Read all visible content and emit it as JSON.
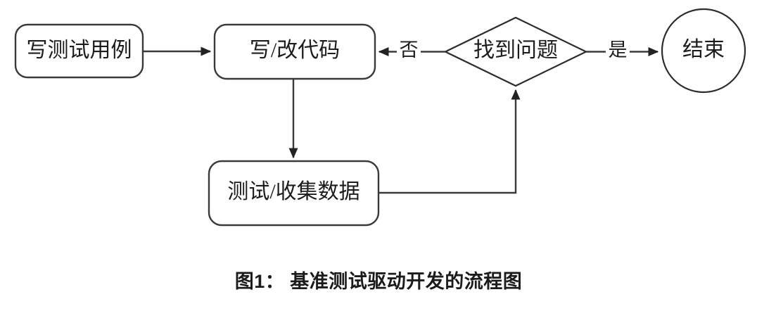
{
  "figure": {
    "caption": "图1： 基准测试驱动开发的流程图",
    "background_color": "#ffffff",
    "stroke_color": "#3a3a3a",
    "text_color": "#1c1c1c"
  },
  "diagram": {
    "type": "flowchart",
    "orientation": "left-to-right with feedback loop",
    "nodes": [
      {
        "id": "write-test-case",
        "label": "写测试用例",
        "shape": "rounded-rectangle"
      },
      {
        "id": "write-change-code",
        "label": "写/改代码",
        "shape": "rounded-rectangle"
      },
      {
        "id": "test-collect-data",
        "label": "测试/收集数据",
        "shape": "rounded-rectangle"
      },
      {
        "id": "found-problem",
        "label": "找到问题",
        "shape": "diamond"
      },
      {
        "id": "end",
        "label": "结束",
        "shape": "circle"
      }
    ],
    "edges": [
      {
        "from": "write-test-case",
        "to": "write-change-code",
        "label": "",
        "style": "arrow-right"
      },
      {
        "from": "write-change-code",
        "to": "test-collect-data",
        "label": "",
        "style": "arrow-down"
      },
      {
        "from": "test-collect-data",
        "to": "found-problem",
        "label": "",
        "style": "elbow-up"
      },
      {
        "from": "found-problem",
        "to": "write-change-code",
        "label": "否",
        "style": "arrow-left"
      },
      {
        "from": "found-problem",
        "to": "end",
        "label": "是",
        "style": "arrow-right"
      }
    ]
  }
}
